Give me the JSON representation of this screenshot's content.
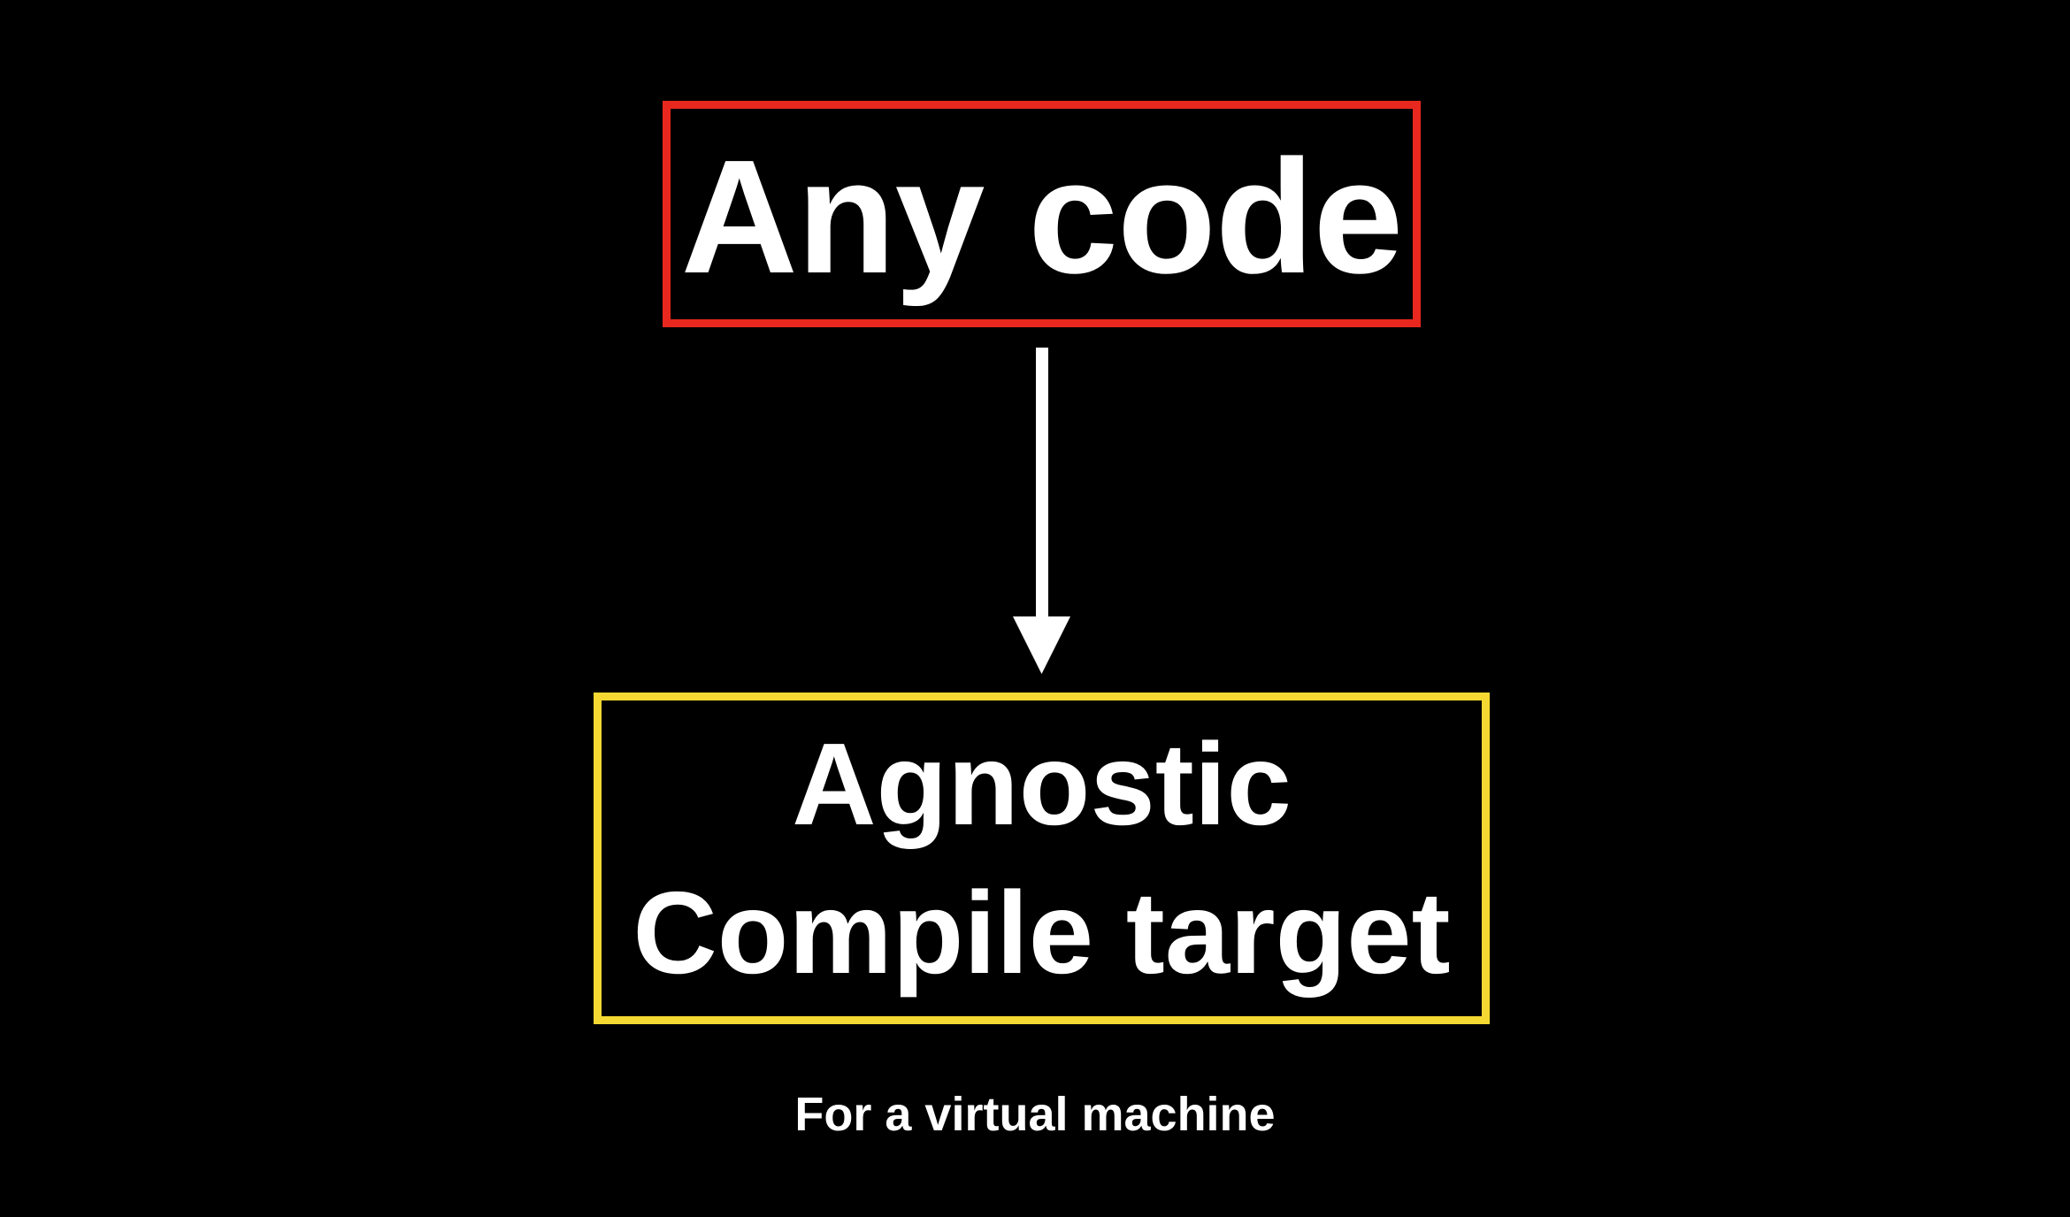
{
  "diagram": {
    "source_box": {
      "label": "Any code",
      "border_color": "#e8281e"
    },
    "target_box": {
      "lines": [
        "Agnostic",
        "Compile target"
      ],
      "border_color": "#f5d932"
    },
    "arrow": {
      "from": "source_box",
      "to": "target_box",
      "color": "#ffffff"
    },
    "caption": "For a virtual machine",
    "background_color": "#000000",
    "text_color": "#ffffff"
  }
}
